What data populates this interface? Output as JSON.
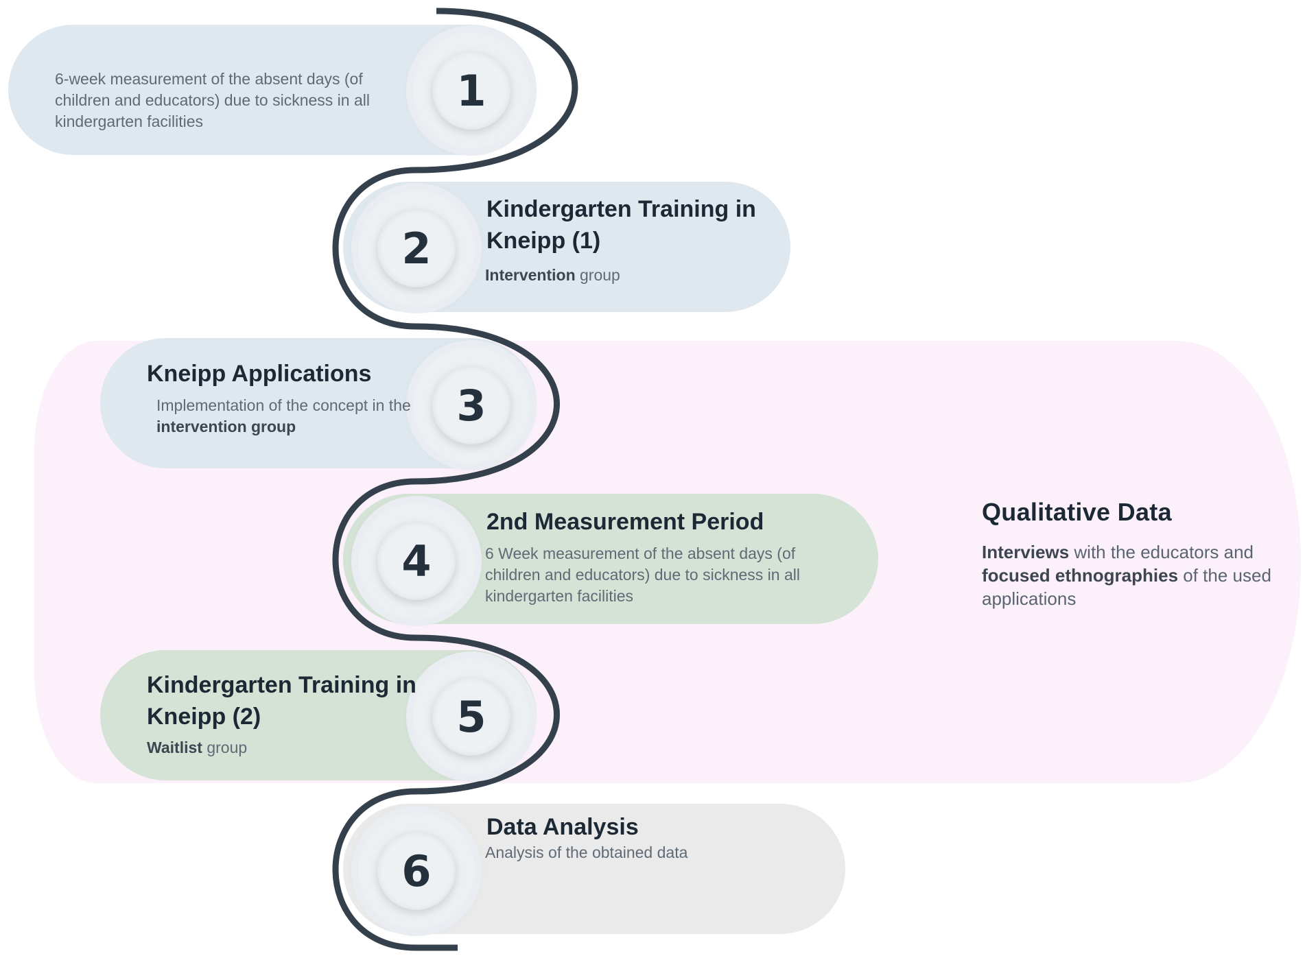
{
  "steps": [
    {
      "number": "1",
      "text": "6-week measurement of the absent days (of children and educators) due to sickness in all kindergarten facilities"
    },
    {
      "number": "2",
      "title": "Kindergarten Training in Kneipp (1)",
      "sub_bold": "Intervention",
      "sub_rest": " group"
    },
    {
      "number": "3",
      "title": "Kneipp Applications",
      "text_start": "Implementation of the concept in the ",
      "text_bold": "intervention group"
    },
    {
      "number": "4",
      "title": "2nd Measurement Period",
      "text": "6 Week measurement of the absent days (of children and educators) due to sickness in all kindergarten facilities"
    },
    {
      "number": "5",
      "title": "Kindergarten Training in Kneipp (2)",
      "sub_bold": "Waitlist",
      "sub_rest": " group"
    },
    {
      "number": "6",
      "title": "Data Analysis",
      "text": "Analysis of the obtained data"
    }
  ],
  "qualitative": {
    "title": "Qualitative Data",
    "b1": "Interviews",
    "t1": " with the educators and ",
    "b2": "focused ethnographies",
    "t2": " of the used applications"
  },
  "colors": {
    "blue_pill": "#dfe8ef",
    "green_pill": "#d5e2d6",
    "grey_pill": "#eaeaea",
    "band": "#fcf1fa",
    "line": "#34414d"
  }
}
